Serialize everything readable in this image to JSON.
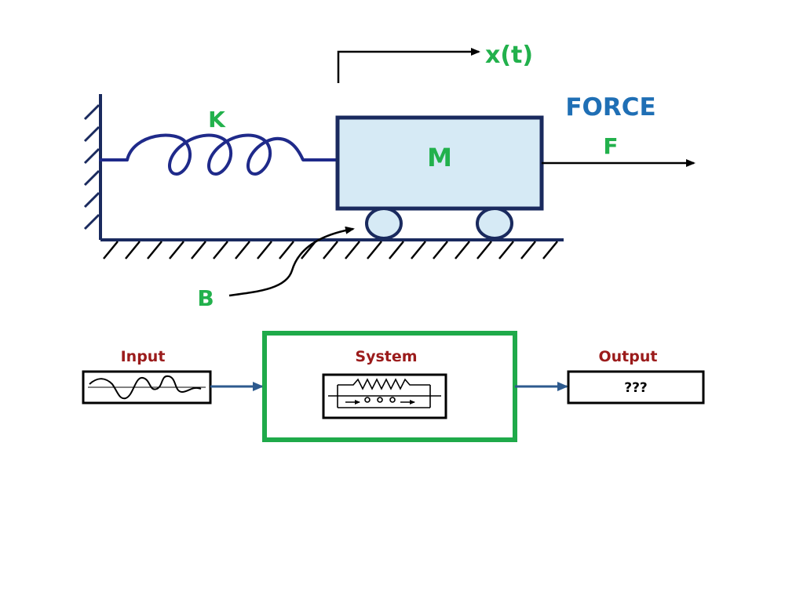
{
  "mechanical": {
    "spring_label": "K",
    "mass_label": "M",
    "damper_label": "B",
    "displacement_label": "x(t)",
    "force_title": "FORCE",
    "force_symbol": "F"
  },
  "block_diagram": {
    "input_label": "Input",
    "system_label": "System",
    "output_label": "Output",
    "output_value": "???"
  },
  "colors": {
    "green_text": "#22b14c",
    "blue_text": "#1f6fb5",
    "dark_red_text": "#9b1b1b",
    "structure_navy": "#1a2a5e",
    "mass_fill": "#d6eaf5",
    "system_border": "#1faa4a",
    "arrow_blue": "#2d5a8e"
  }
}
